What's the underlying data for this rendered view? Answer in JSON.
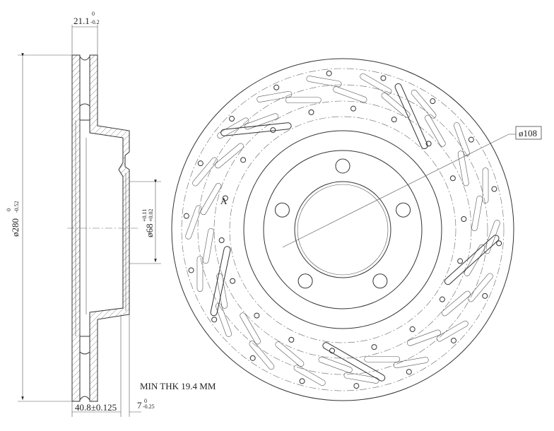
{
  "drawing": {
    "thickness_dim": {
      "value": "21.1",
      "upper": "0",
      "lower": "-0.2"
    },
    "outer_diameter_dim": {
      "value": "ø280",
      "upper": "0",
      "lower": "-0.52"
    },
    "bore_dim": {
      "value": "ø68",
      "upper": "+0.11",
      "lower": "+0.02"
    },
    "height_dim": {
      "value": "40.8±0.125"
    },
    "hat_dim": {
      "value": "7",
      "upper": "0",
      "lower": "-0.25"
    },
    "min_thickness": "MIN THK 19.4 MM",
    "pcd_label": "ø108",
    "section_label": "A",
    "bolt_holes": 5,
    "line_color": "#333333"
  }
}
